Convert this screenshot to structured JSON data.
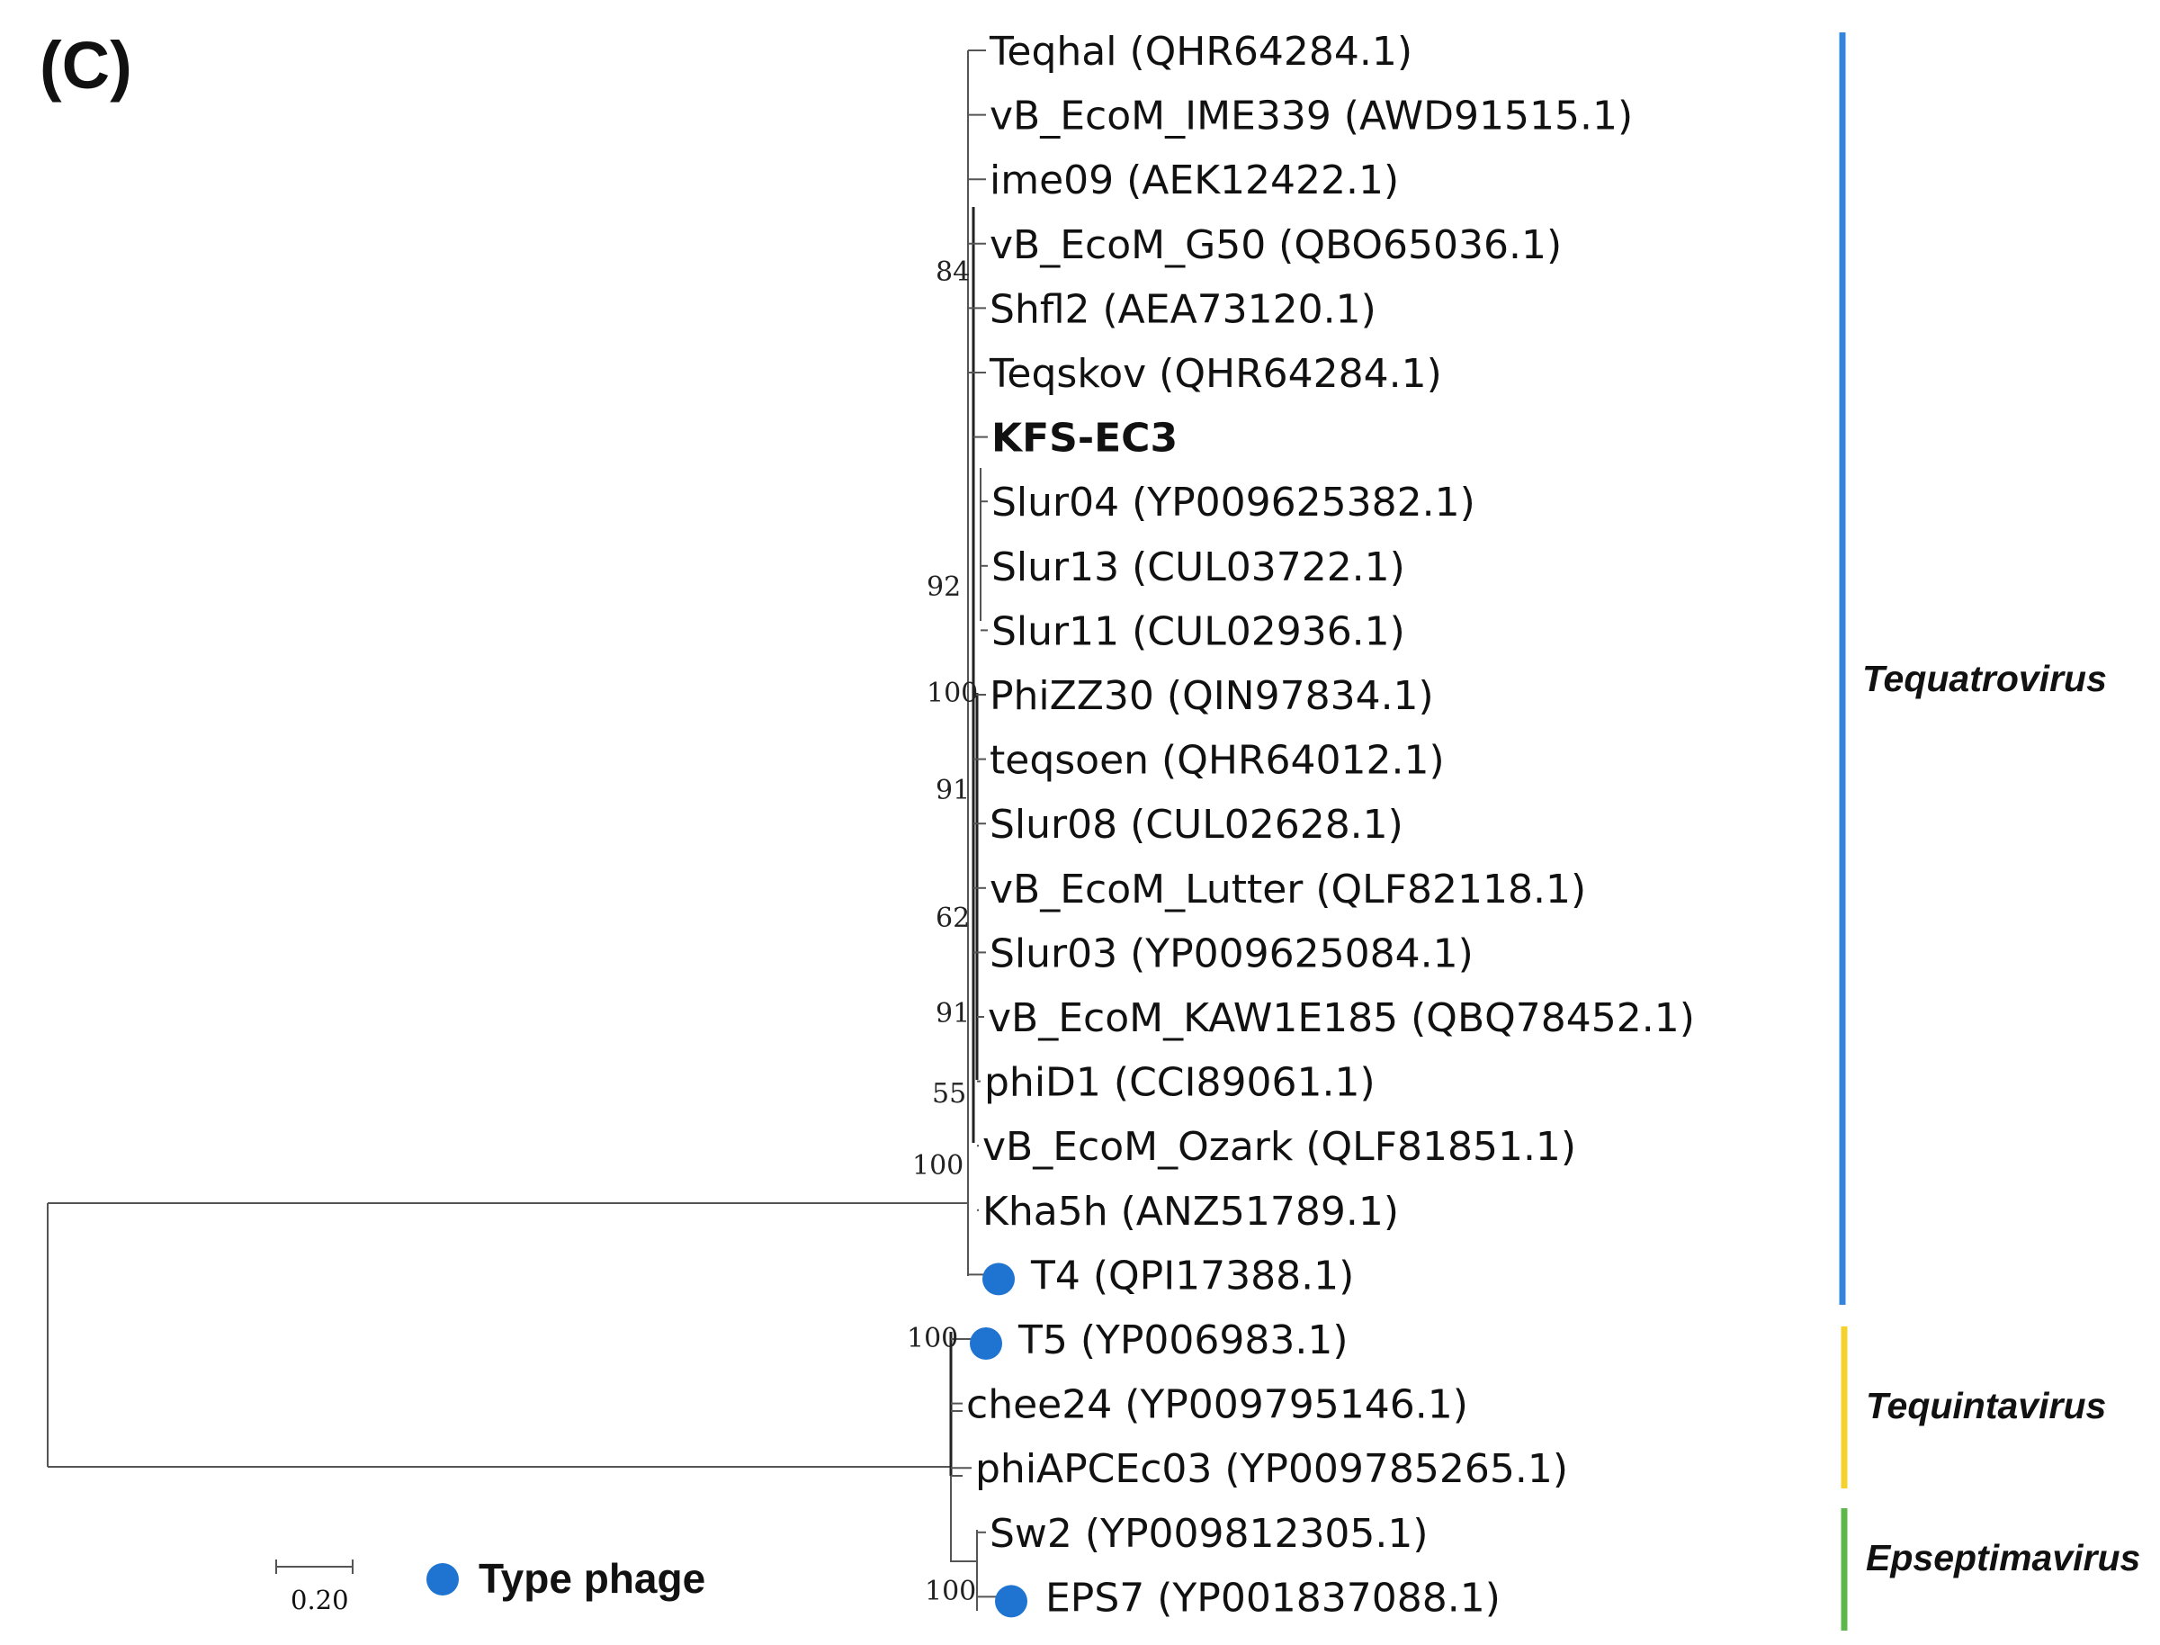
{
  "panel_label": "(C)",
  "colors": {
    "type_phage_dot": "#1f74d1",
    "tequatrovirus_bar": "#3585df",
    "tequintavirus_bar": "#f5d12c",
    "epseptimavirus_bar": "#5cb84a",
    "branch_line": "#555555"
  },
  "leaves": [
    {
      "label": "Teqhal (QHR64284.1)",
      "type_phage": false,
      "bold": false
    },
    {
      "label": "vB_EcoM_IME339 (AWD91515.1)",
      "type_phage": false,
      "bold": false
    },
    {
      "label": "ime09 (AEK12422.1)",
      "type_phage": false,
      "bold": false
    },
    {
      "label": "vB_EcoM_G50 (QBO65036.1)",
      "type_phage": false,
      "bold": false
    },
    {
      "label": "Shfl2 (AEA73120.1)",
      "type_phage": false,
      "bold": false
    },
    {
      "label": "Teqskov (QHR64284.1)",
      "type_phage": false,
      "bold": false
    },
    {
      "label": "KFS-EC3",
      "type_phage": false,
      "bold": true
    },
    {
      "label": "Slur04 (YP009625382.1)",
      "type_phage": false,
      "bold": false
    },
    {
      "label": "Slur13 (CUL03722.1)",
      "type_phage": false,
      "bold": false
    },
    {
      "label": "Slur11 (CUL02936.1)",
      "type_phage": false,
      "bold": false
    },
    {
      "label": "PhiZZ30 (QIN97834.1)",
      "type_phage": false,
      "bold": false
    },
    {
      "label": "teqsoen (QHR64012.1)",
      "type_phage": false,
      "bold": false
    },
    {
      "label": "Slur08 (CUL02628.1)",
      "type_phage": false,
      "bold": false
    },
    {
      "label": "vB_EcoM_Lutter (QLF82118.1)",
      "type_phage": false,
      "bold": false
    },
    {
      "label": "Slur03 (YP009625084.1)",
      "type_phage": false,
      "bold": false
    },
    {
      "label": "vB_EcoM_KAW1E185 (QBQ78452.1)",
      "type_phage": false,
      "bold": false
    },
    {
      "label": "phiD1 (CCI89061.1)",
      "type_phage": false,
      "bold": false
    },
    {
      "label": "vB_EcoM_Ozark (QLF81851.1)",
      "type_phage": false,
      "bold": false
    },
    {
      "label": "Kha5h (ANZ51789.1)",
      "type_phage": false,
      "bold": false
    },
    {
      "label": "T4 (QPI17388.1)",
      "type_phage": true,
      "bold": false
    },
    {
      "label": "T5 (YP006983.1)",
      "type_phage": true,
      "bold": false
    },
    {
      "label": "chee24 (YP009795146.1)",
      "type_phage": false,
      "bold": false
    },
    {
      "label": "phiAPCEc03 (YP009785265.1)",
      "type_phage": false,
      "bold": false
    },
    {
      "label": "Sw2 (YP009812305.1)",
      "type_phage": false,
      "bold": false
    },
    {
      "label": "EPS7 (YP001837088.1)",
      "type_phage": true,
      "bold": false
    }
  ],
  "bootstrap_values": [
    "84",
    "92",
    "100",
    "91",
    "62",
    "91",
    "55",
    "100",
    "100",
    "100"
  ],
  "clades": [
    {
      "name": "Tequatrovirus",
      "first_leaf": 0,
      "last_leaf": 19,
      "color": "#3585df"
    },
    {
      "name": "Tequintavirus",
      "first_leaf": 20,
      "last_leaf": 22,
      "color": "#f5d12c"
    },
    {
      "name": "Epseptimavirus",
      "first_leaf": 23,
      "last_leaf": 24,
      "color": "#5cb84a"
    }
  ],
  "scale_bar": {
    "value": "0.20"
  },
  "legend": {
    "label": "Type phage"
  }
}
